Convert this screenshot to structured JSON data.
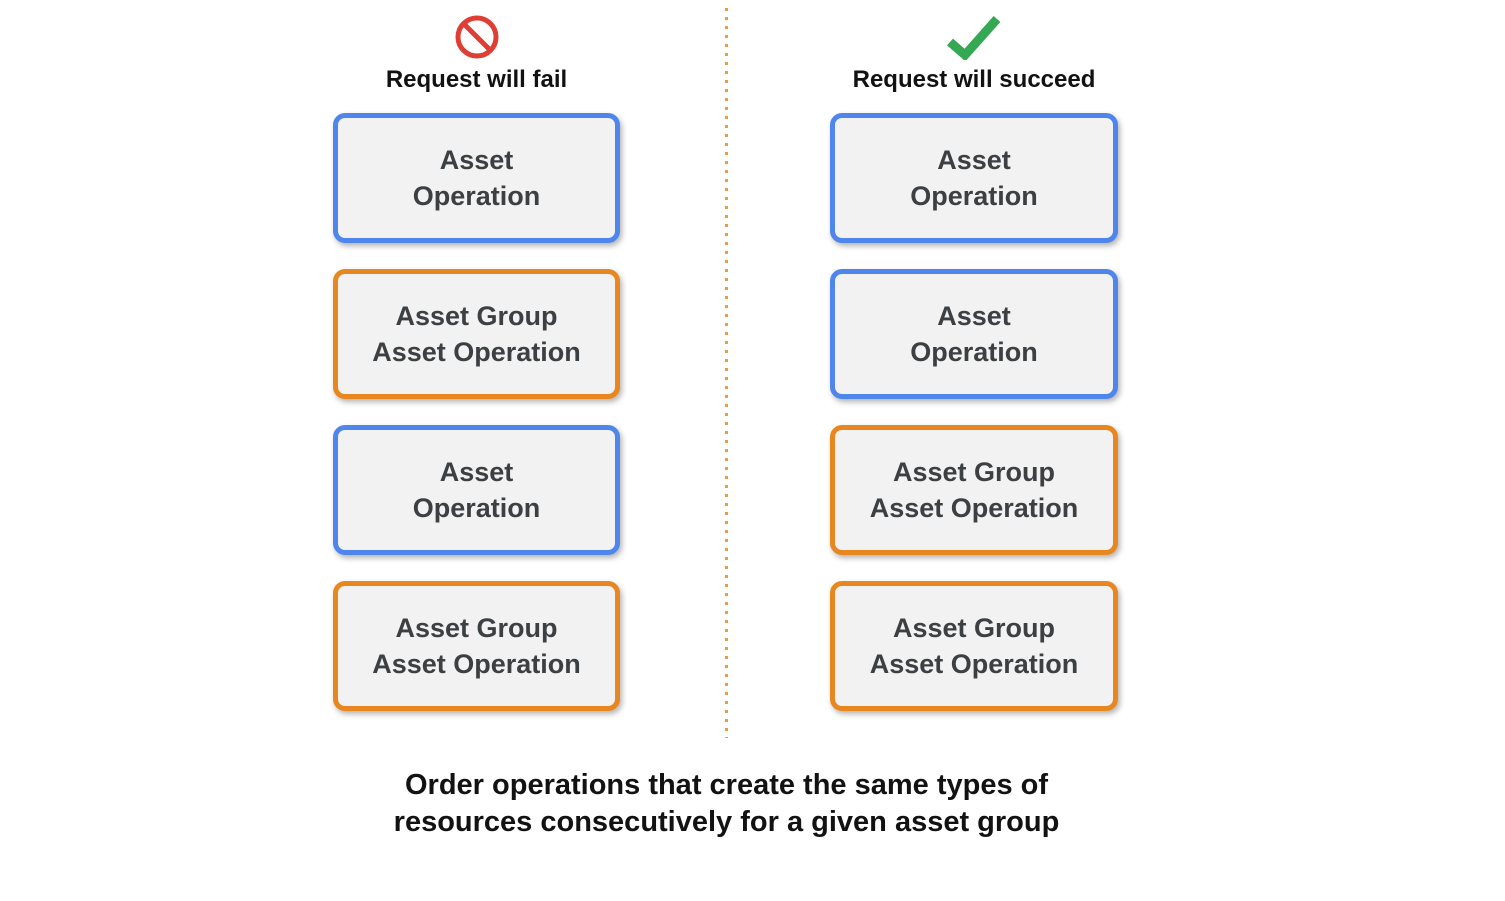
{
  "colors": {
    "blue": "#4E86EC",
    "orange": "#E8871F",
    "red": "#DE3E33",
    "green": "#34A853",
    "box_bg": "#F2F2F2",
    "box_text": "#3D4043",
    "divider_dot": "#E99C40"
  },
  "fail_column": {
    "icon": "prohibition-icon",
    "heading": "Request will fail",
    "boxes": [
      {
        "label": "Asset\nOperation",
        "style": "blue"
      },
      {
        "label": "Asset Group\nAsset Operation",
        "style": "orange"
      },
      {
        "label": "Asset\nOperation",
        "style": "blue"
      },
      {
        "label": "Asset Group\nAsset Operation",
        "style": "orange"
      }
    ]
  },
  "succeed_column": {
    "icon": "checkmark-icon",
    "heading": "Request will succeed",
    "boxes": [
      {
        "label": "Asset\nOperation",
        "style": "blue"
      },
      {
        "label": "Asset\nOperation",
        "style": "blue"
      },
      {
        "label": "Asset Group\nAsset Operation",
        "style": "orange"
      },
      {
        "label": "Asset Group\nAsset Operation",
        "style": "orange"
      }
    ]
  },
  "caption": "Order operations that create the same types of\nresources consecutively for a given asset group"
}
